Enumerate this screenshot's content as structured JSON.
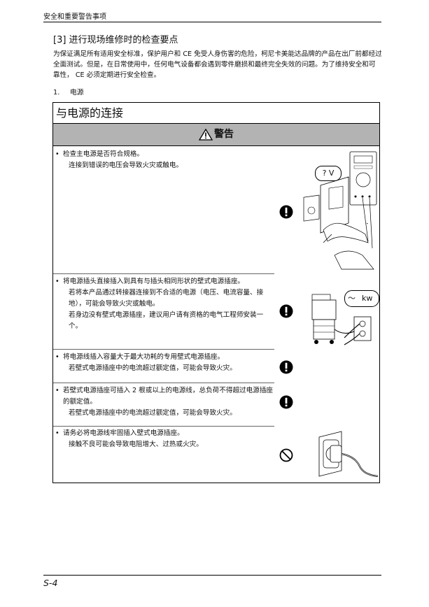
{
  "header": {
    "running_title": "安全和重要警告事项"
  },
  "section": {
    "title": "[3]  进行现场维修时的检查要点",
    "intro": "为保证满足所有适用安全标准，保护用户和 CE 免受人身伤害的危险，柯尼卡美能达品牌的产品在出厂前都经过全面测试。但是，在日常使用中，任何电气设备都会遇到零件磨损和最终完全失效的问题。为了维持安全和可靠性， CE 必须定期进行安全检查。"
  },
  "subsection": {
    "number": "1.",
    "label": "电源"
  },
  "box": {
    "title": "与电源的连接",
    "warning_label": "警告",
    "items": [
      {
        "lead": "检查主电源是否符合规格。",
        "notes": [
          "连接到错误的电压会导致火灾或触电。"
        ],
        "icon": "mandatory-icon"
      },
      {
        "lead": "将电源插头直接插入到具有与插头相同形状的壁式电源插座。",
        "notes": [
          "若将本产品通过转接器连接到不合适的电源（电压、电流容量、接地），可能会导致火灾或触电。",
          "若身边没有壁式电源插座，建议用户请有资格的电气工程师安装一个。"
        ],
        "icon": "mandatory-icon"
      },
      {
        "lead": "将电源线插入容量大于最大功耗的专用壁式电源插座。",
        "notes": [
          "若壁式电源插座中的电流超过额定值，可能会导致火灾。"
        ],
        "icon": "mandatory-icon"
      },
      {
        "lead": "若壁式电源插座可插入 2 根或以上的电源线，总负荷不得超过电源插座的额定值。",
        "notes": [
          "若壁式电源插座中的电流超过额定值，可能会导致火灾。"
        ],
        "icon": "mandatory-icon"
      },
      {
        "lead": "请务必将电源线牢固插入壁式电源插座。",
        "notes": [
          "接触不良可能会导致电阻增大、过热或火灾。"
        ],
        "icon": "prohibited-icon"
      }
    ],
    "illustrations": {
      "meter_text": "? V",
      "kw_text": "kw",
      "tilde": "～"
    }
  },
  "footer": {
    "page": "S-4"
  }
}
